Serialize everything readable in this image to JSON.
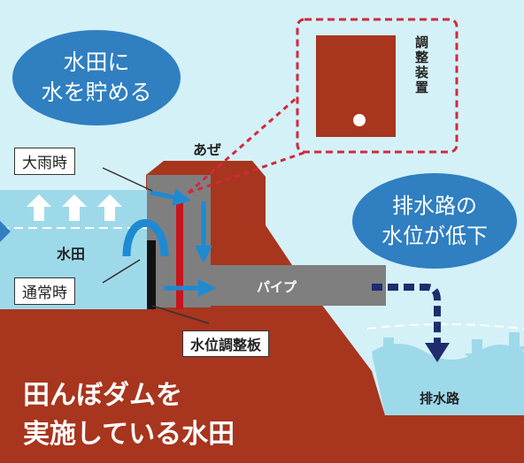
{
  "bubbles": {
    "store_water": "水田に\n水を貯める",
    "drain_level": "排水路の\n水位が低下"
  },
  "device": {
    "title": "調整装置"
  },
  "labels": {
    "levee": "あぜ",
    "heavy_rain": "大雨時",
    "paddy": "水田",
    "normal": "通常時",
    "pipe": "パイプ",
    "board": "水位調整板",
    "drain": "排水路"
  },
  "title": "田んぼダムを\n実施している水田",
  "colors": {
    "soil": "#a8351e",
    "water": "#9ed9ea",
    "pipe": "#7f7f80",
    "bubble": "#2f7fc1",
    "arrow": "#1e8ad1",
    "dashed": "#d12a3c",
    "navy": "#1f2c6e",
    "sky": "#d4f1f7"
  }
}
